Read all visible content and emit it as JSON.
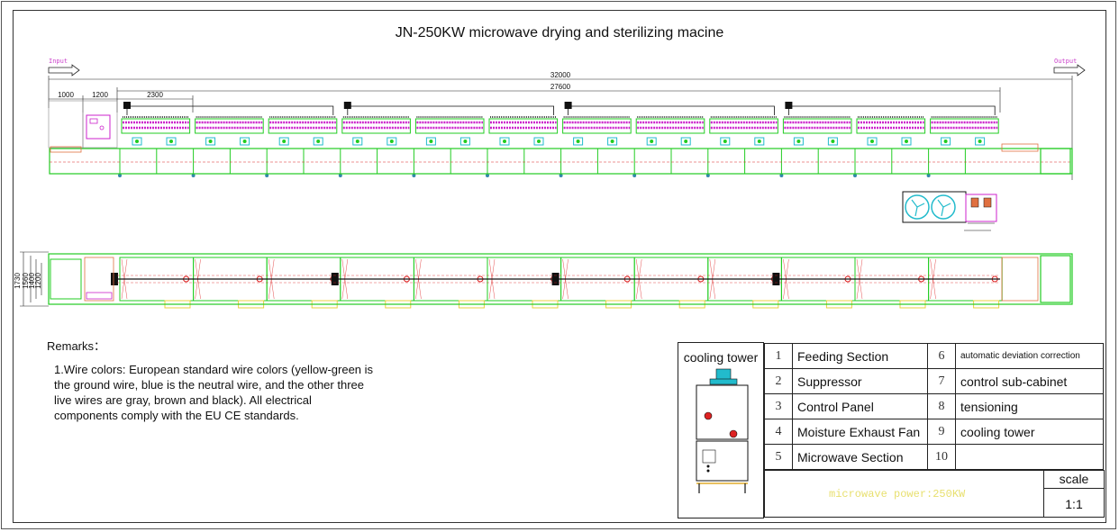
{
  "title": "JN-250KW microwave drying and sterilizing macine",
  "labels": {
    "input": "Input",
    "output": "Output"
  },
  "dimensions": {
    "total_length": "32000",
    "inner_length": "27600",
    "first_segment": "1000",
    "second_segment": "1200",
    "module_length": "2300",
    "width_outer": "1730",
    "width_2": "1560",
    "width_3": "1400",
    "width_4": "1200"
  },
  "remarks": {
    "heading": "Remarks：",
    "body": "1.Wire colors: European standard wire colors (yellow-green is the ground wire, blue is the neutral wire, and the other three live wires are gray, brown and black). All electrical components comply with the EU CE standards."
  },
  "cooling_tower_label": "cooling tower",
  "legend": [
    {
      "num": "1",
      "label": "Feeding Section",
      "num2": "6",
      "label2": "automatic deviation correction"
    },
    {
      "num": "2",
      "label": "Suppressor",
      "num2": "7",
      "label2": "control sub-cabinet"
    },
    {
      "num": "3",
      "label": "Control Panel",
      "num2": "8",
      "label2": "tensioning"
    },
    {
      "num": "4",
      "label": "Moisture Exhaust Fan",
      "num2": "9",
      "label2": "cooling tower"
    },
    {
      "num": "5",
      "label": "Microwave Section",
      "num2": "10",
      "label2": ""
    }
  ],
  "microwave_power": "microwave power:250KW",
  "scale": {
    "label": "scale",
    "value": "1:1"
  },
  "colors": {
    "frame_green": "#22cc22",
    "magenta": "#cc22cc",
    "red_line": "#dd2222",
    "yellow": "#e8d040",
    "cyan": "#22bbcc"
  }
}
